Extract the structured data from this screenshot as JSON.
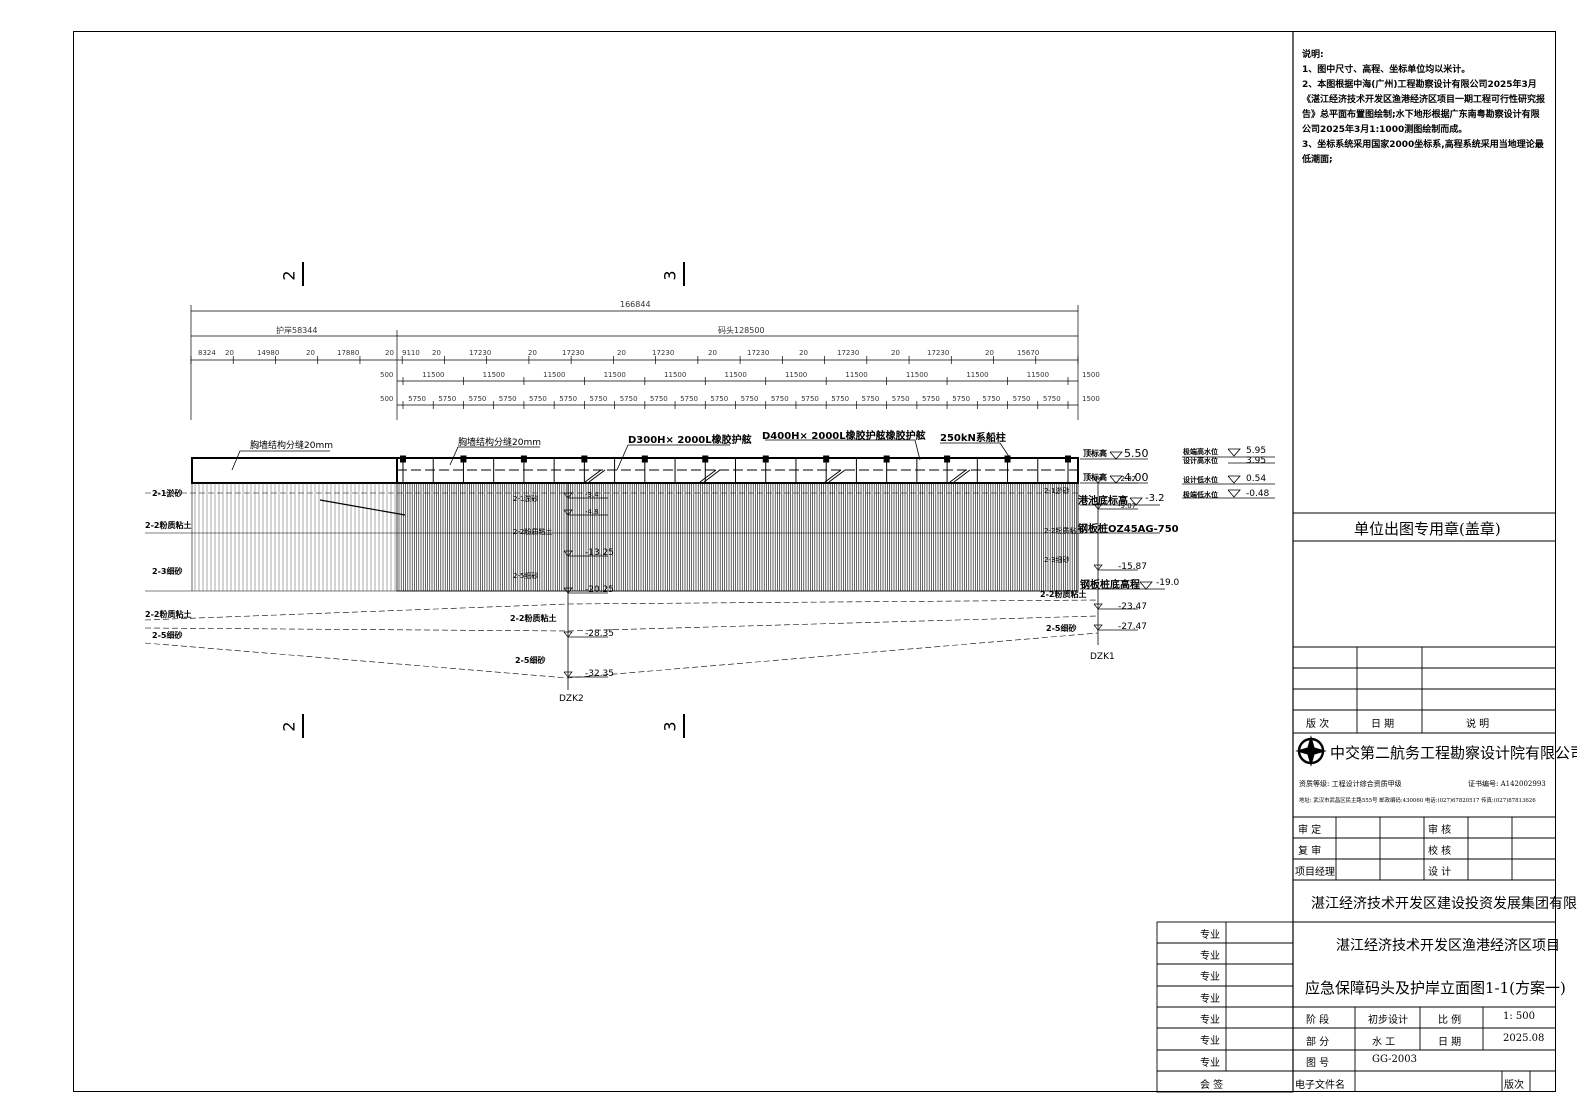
{
  "section_markers": {
    "sec2": "2",
    "sec3": "3"
  },
  "dimensions": {
    "total": "166844",
    "seg_left": "护岸58344",
    "seg_right": "码头128500",
    "row3": [
      "8324",
      "20",
      "14980",
      "20",
      "17880",
      "20",
      "9110",
      "20",
      "17230",
      "20",
      "17230",
      "20",
      "17230",
      "20",
      "17230",
      "20",
      "17230",
      "20",
      "17230",
      "20",
      "15670"
    ],
    "row4_edge_left": "500",
    "row4_edge_right": "1500",
    "row4": [
      "11500",
      "11500",
      "11500",
      "11500",
      "11500",
      "11500",
      "11500",
      "11500",
      "11500",
      "11500",
      "11500"
    ],
    "row5_edge_left": "500",
    "row5_edge_right": "1500",
    "row5": [
      "5750",
      "5750",
      "5750",
      "5750",
      "5750",
      "5750",
      "5750",
      "5750",
      "5750",
      "5750",
      "5750",
      "5750",
      "5750",
      "5750",
      "5750",
      "5750",
      "5750",
      "5750",
      "5750",
      "5750",
      "5750",
      "5750"
    ]
  },
  "labels": {
    "joint1": "胸墙结构分缝20mm",
    "joint2": "胸墙结构分缝20mm",
    "fender1": "D300H× 2000L橡胶护舷",
    "fender2": "D400H× 2000L橡胶护舷橡胶护舷",
    "bollard": "250kN系船柱",
    "top_elev_label": "顶标高",
    "top_elev": "5.50",
    "deck_elev_label": "顶标高",
    "deck_elev": "4.00",
    "dredge_label": "港池底标高",
    "dredge_elev": "-3.2",
    "sheet_pile_label": "钢板桩OZ45AG-750",
    "pile_bottom_label": "钢板桩底高程",
    "pile_bottom_elev": "-19.0"
  },
  "water_levels": [
    {
      "label": "极端高水位",
      "value": "5.95"
    },
    {
      "label": "设计高水位",
      "value": "3.95"
    },
    {
      "label": "设计低水位",
      "value": "0.54"
    },
    {
      "label": "极端低水位",
      "value": "-0.48"
    }
  ],
  "soil_left": [
    "2-1淤砂",
    "2-2粉质粘土",
    "2-3细砂",
    "2-2粉质粘土",
    "2-5细砂"
  ],
  "borehole_dzk2": {
    "name": "DZK2",
    "layers": [
      "2-1淤砂",
      "2-2粉质粘土",
      "2-5细砂",
      "2-2粉质粘土",
      "2-5细砂"
    ],
    "elevs": [
      "-3.4",
      "-4.8",
      "-13.25",
      "-20.25",
      "-28.35",
      "-32.35"
    ]
  },
  "borehole_dzk1": {
    "name": "DZK1",
    "layers": [
      "2-1淤砂",
      "2-2粉质粘土",
      "2-3细砂",
      "2-2粉质粘土",
      "2-5细砂"
    ],
    "elevs": [
      "-2.07",
      "-9.07",
      "-15.87",
      "-23.47",
      "-27.47"
    ]
  },
  "notes": {
    "title": "说明:",
    "items": [
      "1、图中尺寸、高程、坐标单位均以米计。",
      "2、本图根据中海(广州)工程勘察设计有限公司2025年3月《湛江经济技术开发区渔港经济区项目一期工程可行性研究报告》总平面布置图绘制;水下地形根据广东南粤勘察设计有限公司2025年3月1:1000测图绘制而成。",
      "3、坐标系统采用国家2000坐标系,高程系统采用当地理论最低潮面;"
    ]
  },
  "title_block": {
    "stamp_label": "单位出图专用章(盖章)",
    "rev_headers": [
      "版 次",
      "日 期",
      "说 明"
    ],
    "company": "中交第二航务工程勘察设计院有限公司",
    "qualification": "资质等级: 工程设计综合资质甲级",
    "cert_no": "证书编号: A142002993",
    "address": "地址: 武汉市武昌区民主路555号 邮政编码:430060 电话:(027)67820517 传真:(027)87813626",
    "sign_left": [
      "审 定",
      "复 审",
      "项目经理"
    ],
    "sign_right": [
      "审 核",
      "校 核",
      "设 计"
    ],
    "client": "湛江经济技术开发区建设投资发展集团有限公司",
    "project": "湛江经济技术开发区渔港经济区项目",
    "drawing_title": "应急保障码头及护岸立面图1-1(方案一)",
    "stage_label": "阶 段",
    "stage": "初步设计",
    "scale_label": "比 例",
    "scale": "1: 500",
    "dept_label": "部 分",
    "dept": "水 工",
    "date_label": "日 期",
    "date": "2025.08",
    "drawing_no_label": "图 号",
    "drawing_no": "GG-2003",
    "efile_label": "电子文件名",
    "rev_label": "版次",
    "discipline_label": "专业",
    "countersign_label": "会 签"
  }
}
